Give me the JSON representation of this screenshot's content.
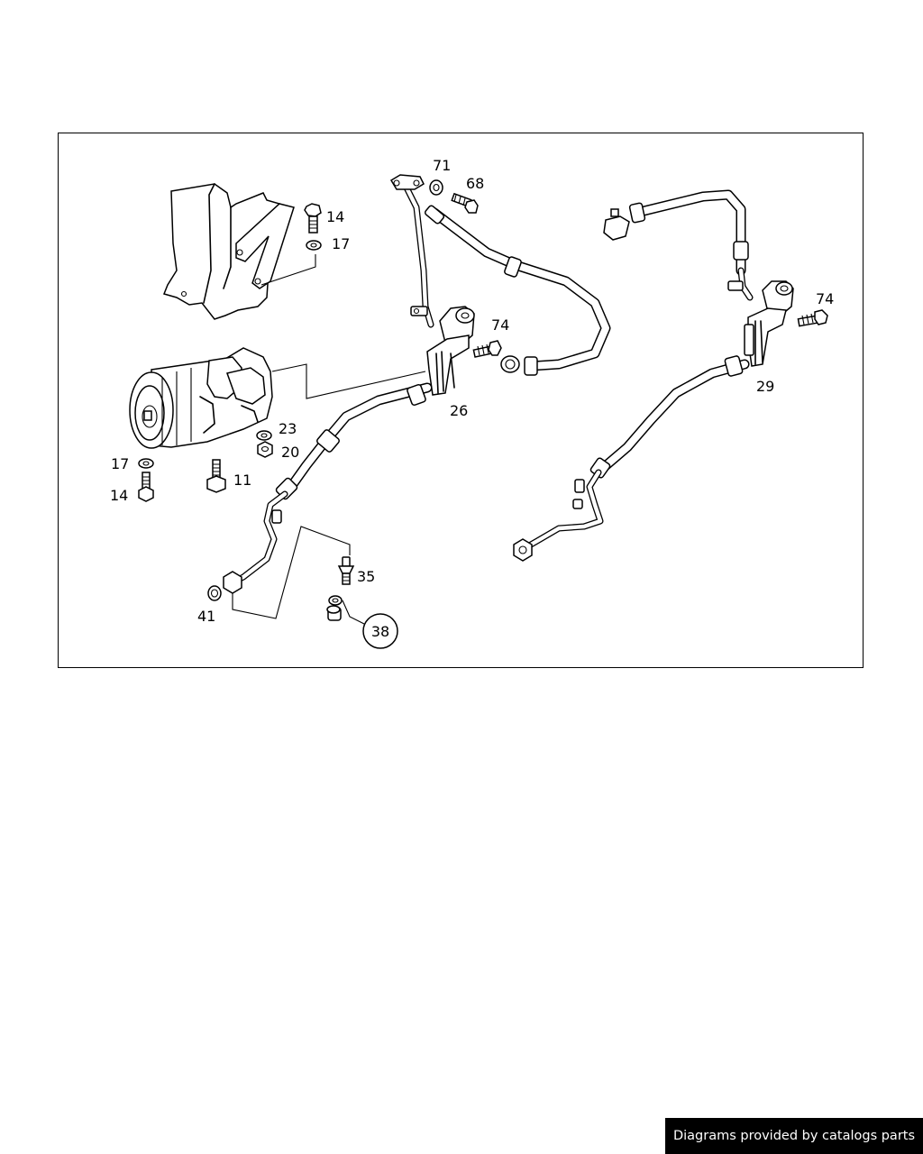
{
  "diagram": {
    "callouts": [
      {
        "id": "71",
        "label": "71"
      },
      {
        "id": "68",
        "label": "68"
      },
      {
        "id": "14a",
        "label": "14"
      },
      {
        "id": "17a",
        "label": "17"
      },
      {
        "id": "74a",
        "label": "74"
      },
      {
        "id": "74b",
        "label": "74"
      },
      {
        "id": "26",
        "label": "26"
      },
      {
        "id": "29",
        "label": "29"
      },
      {
        "id": "23",
        "label": "23"
      },
      {
        "id": "20",
        "label": "20"
      },
      {
        "id": "17b",
        "label": "17"
      },
      {
        "id": "11",
        "label": "11"
      },
      {
        "id": "14b",
        "label": "14"
      },
      {
        "id": "35",
        "label": "35"
      },
      {
        "id": "41",
        "label": "41"
      },
      {
        "id": "38",
        "label": "38"
      }
    ]
  },
  "footer": {
    "credit": "Diagrams provided by catalogs parts"
  }
}
